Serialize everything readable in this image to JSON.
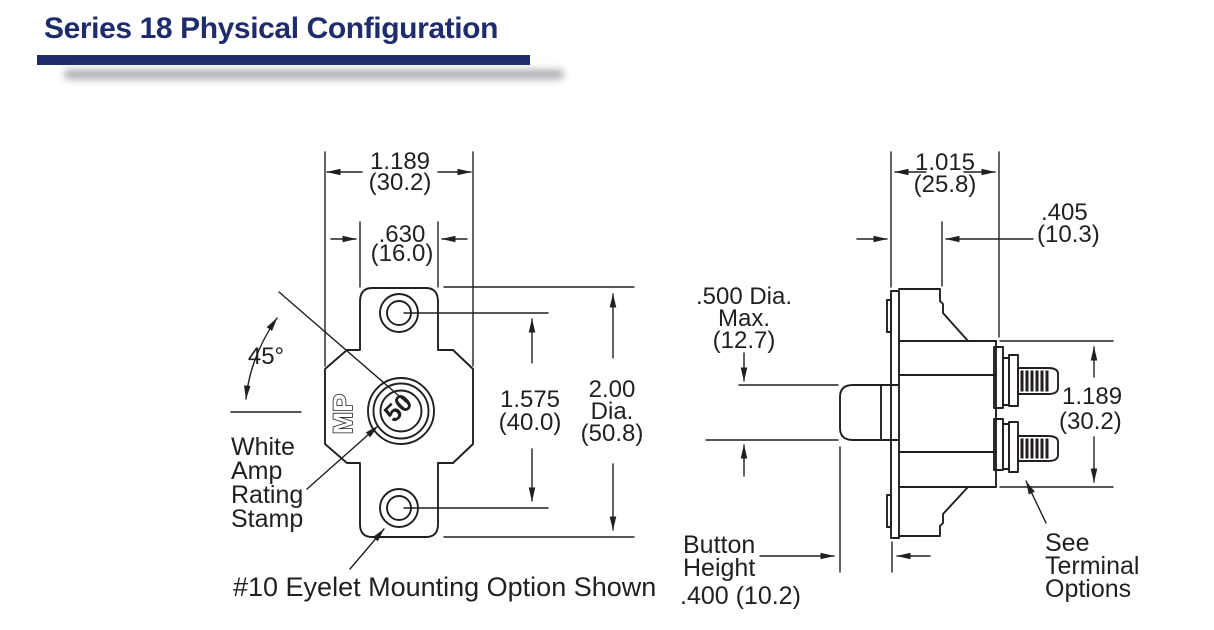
{
  "header": {
    "title": "Series 18 Physical Configuration"
  },
  "colors": {
    "title_navy": "#1f2c6c",
    "line_black": "#231f20",
    "shadow_gray": "#97979d"
  },
  "front_view": {
    "stamp": {
      "brand": "MP",
      "rating": "50"
    },
    "dims": {
      "overall_width_in": "1.189",
      "overall_width_mm": "(30.2)",
      "eyelet_width_in": ".630",
      "eyelet_width_mm": "(16.0)",
      "mounting_angle": "45°",
      "hole_spacing_in": "1.575",
      "hole_spacing_mm": "(40.0)",
      "body_dia_in": "2.00",
      "body_dia_label": "Dia.",
      "body_dia_mm": "(50.8)"
    },
    "labels": {
      "rating_stamp": [
        "White",
        "Amp",
        "Rating",
        "Stamp"
      ],
      "mounting_note": "#10 Eyelet Mounting Option Shown"
    }
  },
  "side_view": {
    "dims": {
      "flange_to_rear_in": "1.015",
      "flange_to_rear_mm": "(25.8)",
      "boss_depth_in": ".405",
      "boss_depth_mm": "(10.3)",
      "button_dia_line1": ".500 Dia.",
      "button_dia_line2": "Max.",
      "button_dia_line3": "(12.7)",
      "terminal_span_in": "1.189",
      "terminal_span_mm": "(30.2)",
      "button_height_line1": "Button",
      "button_height_line2": "Height",
      "button_height_value": ".400 (10.2)"
    },
    "labels": {
      "terminal_note": [
        "See",
        "Terminal",
        "Options"
      ]
    }
  }
}
